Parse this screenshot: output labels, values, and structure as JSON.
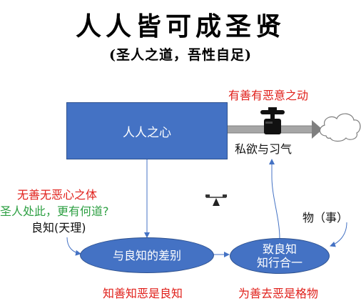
{
  "title": "人人皆可成圣贤",
  "subtitle": "(圣人之道，吾性自足)",
  "box_label": "人人之心",
  "pipe_top_label": "有善有恶意之动",
  "pipe_bottom_label": "私欲与习气",
  "left_labels": {
    "line1": "无善无恶心之体",
    "line2": "圣人处此，更有何道?",
    "line3": "良知(天理)"
  },
  "ellipse_left": "与良知的差别",
  "ellipse_right_line1": "致良知",
  "ellipse_right_line2": "知行合一",
  "thing_label": "物（事）",
  "bottom_left": "知善知恶是良知",
  "bottom_right": "为善去恶是格物",
  "colors": {
    "blue": "#4472c4",
    "red": "#e0201b",
    "green": "#2ea043",
    "pipe": "#7f7f7f"
  },
  "icons": [
    "faucet-icon",
    "cloud-icon",
    "balance-scale-icon"
  ]
}
